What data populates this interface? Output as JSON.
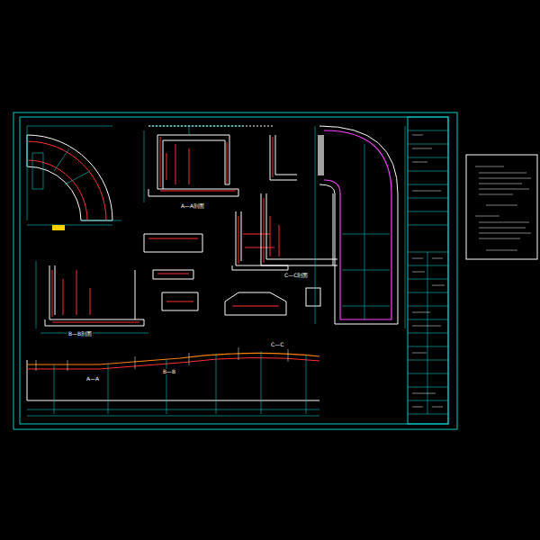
{
  "diagram": {
    "labels": [
      "A—A剖面",
      "B—B剖面",
      "C—C剖面",
      "A—A",
      "B—B",
      "C—C"
    ]
  }
}
